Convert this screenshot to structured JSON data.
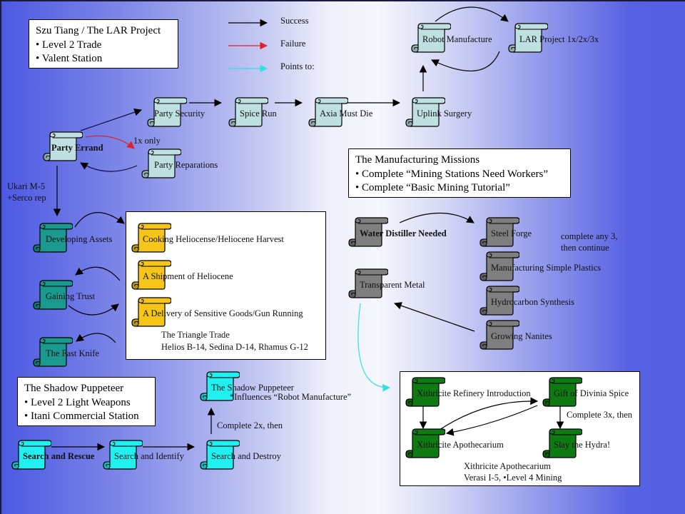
{
  "colors": {
    "success_arrow": "#000000",
    "failure_arrow": "#e0202a",
    "points_to_arrow": "#33e0e0",
    "scroll_lightblue": "#bfe0e0",
    "scroll_teal": "#1a9a8f",
    "scroll_gold": "#f6c51a",
    "scroll_gray": "#7f7f7f",
    "scroll_green": "#0e7a12",
    "scroll_cyan": "#22f0f0"
  },
  "legend": {
    "success": "Success",
    "failure": "Failure",
    "points_to": "Points to:"
  },
  "info_boxes": {
    "lar": {
      "title": "Szu Tiang / The LAR Project",
      "items": [
        "• Level 2 Trade",
        "• Valent Station"
      ]
    },
    "manufacturing": {
      "title": "The Manufacturing Missions",
      "items": [
        "• Complete “Mining Stations Need Workers”",
        "• Complete “Basic Mining Tutorial”"
      ]
    },
    "shadow": {
      "title": "The Shadow Puppeteer",
      "items": [
        "• Level 2 Light Weapons",
        "• Itani Commercial Station"
      ]
    }
  },
  "missions": {
    "party_errand": "Party Errand",
    "party_security": "Party Security",
    "spice_run": "Spice Run",
    "axia_must_die": "Axia Must Die",
    "uplink_surgery": "Uplink Surgery",
    "robot_manufacture": "Robot Manufacture",
    "lar_project": "LAR Project 1x/2x/3x",
    "party_reparations": "Party Reparations",
    "developing_assets": "Developing Assets",
    "gaining_trust": "Gaining Trust",
    "the_fast_knife": "The Fast Knife",
    "cooking_heliocene": "Cooking Heliocense/Heliocene Harvest",
    "shipment_heliocene": "A Shipment of Heliocene",
    "delivery_goods": "A Delivery of Sensitive Goods/Gun Running",
    "water_distiller": "Water Distiller Needed",
    "transparent_metal": "Transparent Metal",
    "steel_forge": "Steel Forge",
    "simple_plastics": "Manufacturing Simple Plastics",
    "hydrocarbon": "Hydrocarbon Synthesis",
    "growing_nanites": "Growing Nanites",
    "search_rescue": "Search and Rescue",
    "search_identify": "Search and Identify",
    "search_destroy": "Search and Destroy",
    "shadow_puppeteer": "The Shadow Puppeteer",
    "xith_refinery": "Xithricite Refinery Introduction",
    "gift_divinia": "Gift of Divinia Spice",
    "xith_apothecarium": "Xithricite Apothecarium",
    "slay_hydra": "Slay the Hydra!"
  },
  "annotations": {
    "one_x_only": "1x only",
    "ukari_1": "Ukari M-5",
    "ukari_2": "+Serco rep",
    "triangle_title": "The Triangle Trade",
    "triangle_locs": "Helios B-14, Sedina D-14, Rhamus G-12",
    "complete_any_1": "complete any 3,",
    "complete_any_2": "then continue",
    "complete_2x": "Complete 2x, then",
    "influences": "*Influences “Robot Manufacture”",
    "complete_3x": "Complete 3x, then",
    "xith_title": "Xithricite Apothecarium",
    "xith_locs": "Verasi I-5, •Level 4 Mining"
  }
}
